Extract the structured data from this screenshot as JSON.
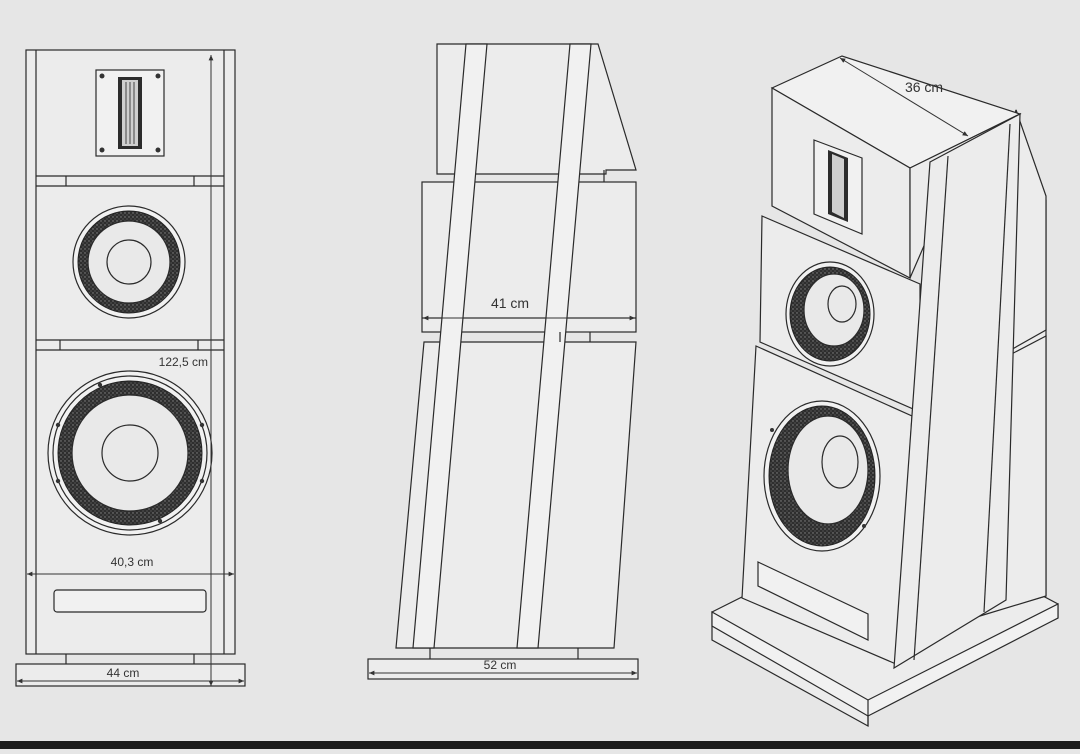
{
  "dimensions": {
    "front_height": "122,5 cm",
    "front_width": "40,3 cm",
    "front_base": "44 cm",
    "side_depth": "41 cm",
    "side_base": "52 cm",
    "top_depth": "36 cm"
  },
  "colors": {
    "background": "#e6e6e6",
    "line": "#2a2a2a",
    "bottom_bar": "#1c1c1c"
  }
}
